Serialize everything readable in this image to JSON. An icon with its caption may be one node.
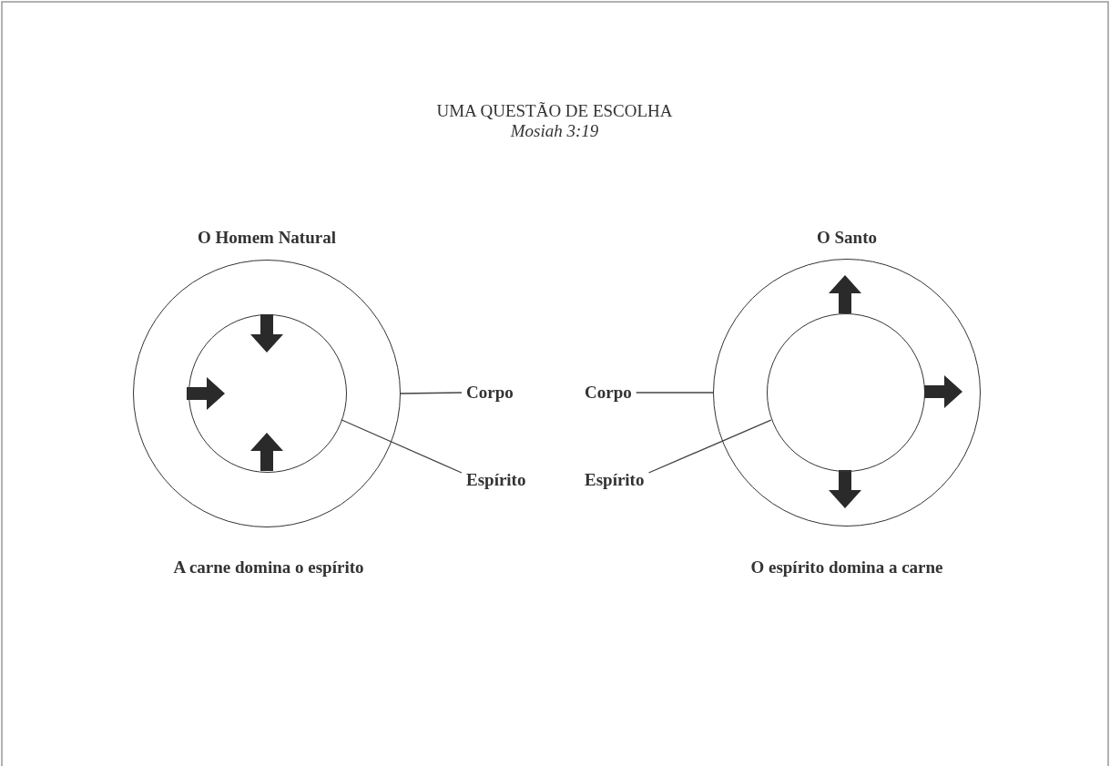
{
  "diagram": {
    "title": "UMA QUESTÃO DE ESCOLHA",
    "nodes": [
      {
        "text": [],
        "shape": "circle"
      },
      {
        "text": [],
        "shape": "circle",
        "in": 0
      },
      {
        "text": [],
        "shape": "circle"
      },
      {
        "text": [],
        "shape": "circle",
        "in": 2
      },
      {
        "text": [
          "Corpo"
        ]
      },
      {
        "text": [
          "Espírito"
        ]
      },
      {
        "text": [
          "Corpo"
        ]
      },
      {
        "text": [
          "Espírito"
        ]
      }
    ],
    "edges": [
      {
        "from": 4,
        "to": 0,
        "arrow": "none"
      },
      {
        "from": 5,
        "to": 1,
        "arrow": "none"
      },
      {
        "from": 6,
        "to": 2,
        "arrow": "none"
      },
      {
        "from": 7,
        "to": 3,
        "arrow": "none"
      }
    ],
    "labels": [
      "Mosiah 3:19",
      "O Homem Natural",
      "O Santo",
      "A carne domina o espírito",
      "O espírito domina a carne"
    ]
  }
}
